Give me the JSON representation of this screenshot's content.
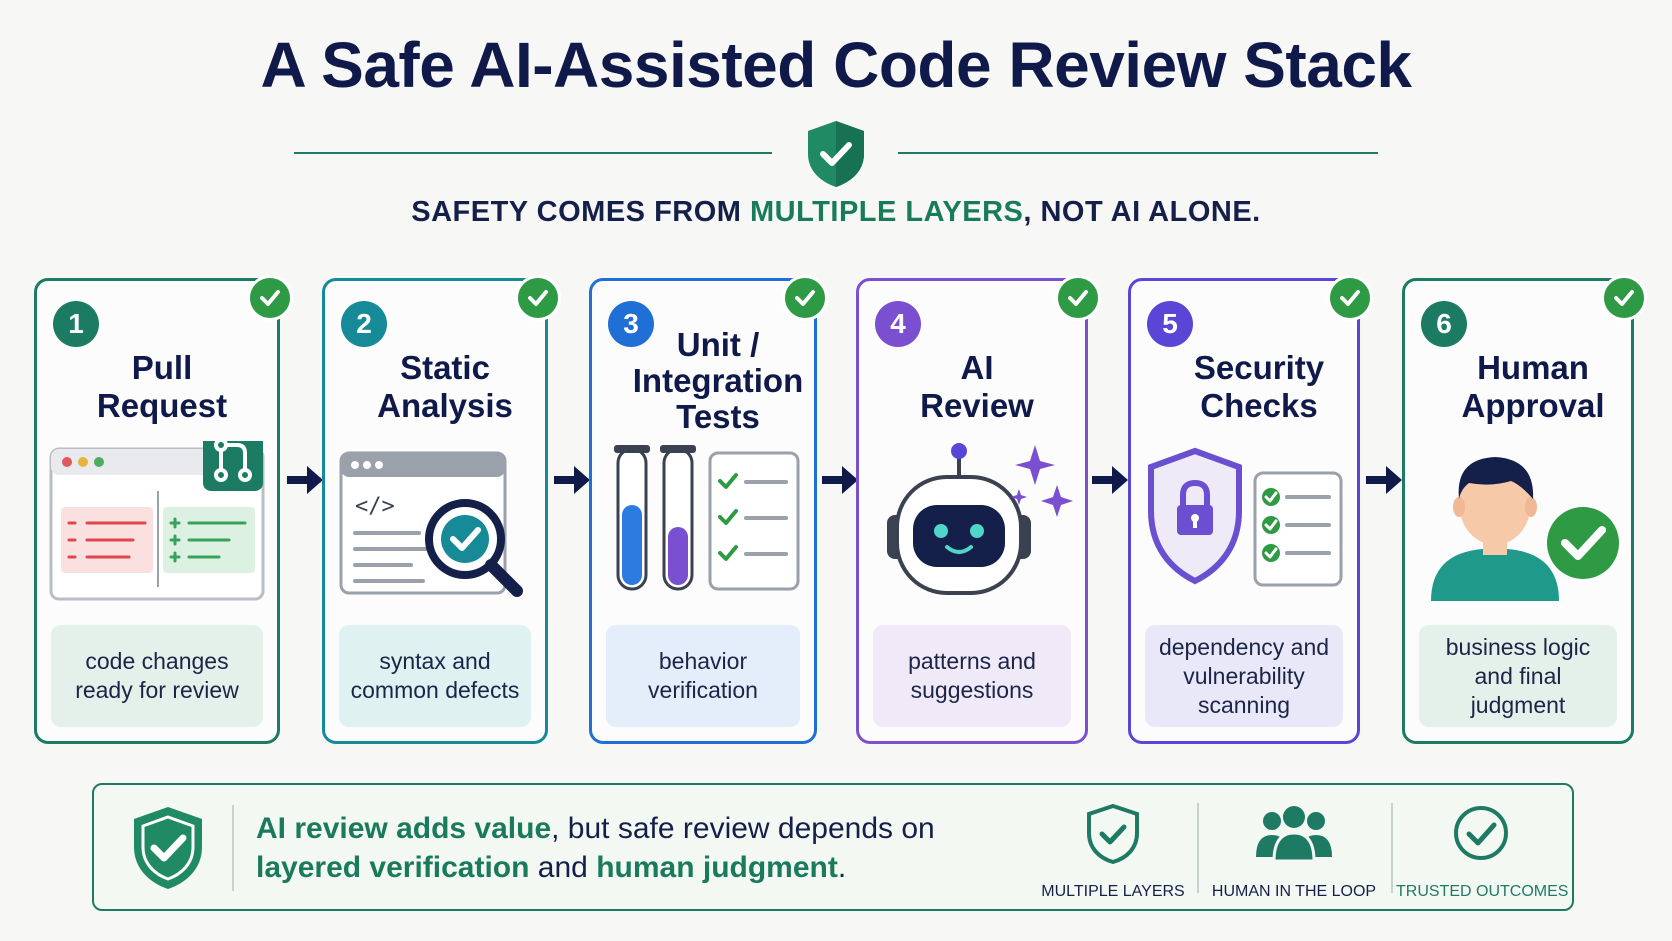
{
  "header": {
    "title": "A Safe AI-Assisted Code Review Stack",
    "subtitle_before": "SAFETY COMES FROM ",
    "subtitle_highlight": "MULTIPLE LAYERS",
    "subtitle_after": ", NOT AI ALONE."
  },
  "steps": [
    {
      "number": "1",
      "title": "Pull\nRequest",
      "description": "code changes ready for review",
      "color": "#1b7b63",
      "desc_bg": "#e3f1ea"
    },
    {
      "number": "2",
      "title": "Static\nAnalysis",
      "description": "syntax and common defects",
      "color": "#178a98",
      "desc_bg": "#e0f1f2"
    },
    {
      "number": "3",
      "title": "Unit /\nIntegration\nTests",
      "description": "behavior verification",
      "color": "#1f6fd6",
      "desc_bg": "#e3eefa"
    },
    {
      "number": "4",
      "title": "AI\nReview",
      "description": "patterns and suggestions",
      "color": "#7a4fd0",
      "desc_bg": "#efe9f8"
    },
    {
      "number": "5",
      "title": "Security\nChecks",
      "description": "dependency and vulnerability scanning",
      "color": "#5a46d6",
      "desc_bg": "#e9e8f8"
    },
    {
      "number": "6",
      "title": "Human\nApproval",
      "description": "business logic and final judgment",
      "color": "#1b7b63",
      "desc_bg": "#e3f1ea"
    }
  ],
  "colors": {
    "check": "#2e9a43",
    "navy": "#14204a",
    "accent_green": "#197a5c"
  },
  "bottom": {
    "msg_part1": "AI review adds value",
    "msg_part2": ", but safe review depends on ",
    "msg_part3": "layered verification",
    "msg_part4": " and ",
    "msg_part5": "human judgment",
    "msg_part6": ".",
    "pillars": [
      {
        "label": "MULTIPLE LAYERS",
        "icon": "shield-check-icon"
      },
      {
        "label": "HUMAN IN THE LOOP",
        "icon": "people-group-icon"
      },
      {
        "label": "TRUSTED OUTCOMES",
        "icon": "circle-check-icon"
      }
    ]
  }
}
